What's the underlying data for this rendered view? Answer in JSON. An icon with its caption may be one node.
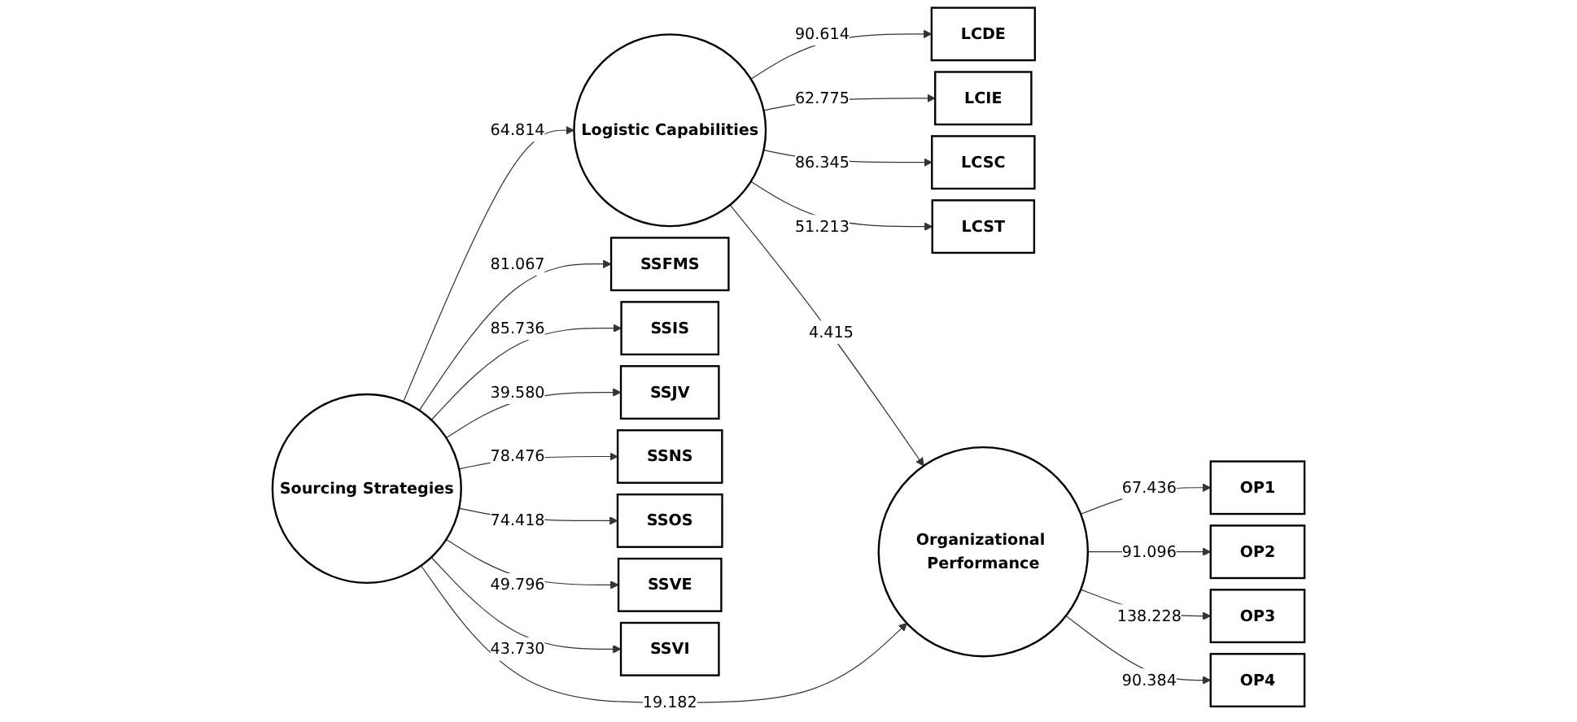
{
  "diagram": {
    "nodes": [
      {
        "text": [
          "LCDE"
        ]
      },
      {
        "text": [
          "LCIE"
        ]
      },
      {
        "text": [
          "LCSC"
        ]
      },
      {
        "text": [
          "LCST"
        ]
      },
      {
        "text": [
          "Logistic Capabilities"
        ]
      },
      {
        "text": [
          "SSFMS"
        ]
      },
      {
        "text": [
          "SSIS"
        ]
      },
      {
        "text": [
          "SSJV"
        ]
      },
      {
        "text": [
          "SSNS"
        ]
      },
      {
        "text": [
          "SSOS"
        ]
      },
      {
        "text": [
          "SSVE"
        ]
      },
      {
        "text": [
          "SSVI"
        ]
      },
      {
        "text": [
          "Sourcing Strategies"
        ]
      },
      {
        "text": [
          "Organizational Performance"
        ]
      },
      {
        "text": [
          "OP1"
        ]
      },
      {
        "text": [
          "OP2"
        ]
      },
      {
        "text": [
          "OP3"
        ]
      },
      {
        "text": [
          "OP4"
        ]
      }
    ],
    "edges": [
      {
        "from": 4,
        "to": 0,
        "arrow": "to",
        "label": "90.614"
      },
      {
        "from": 4,
        "to": 1,
        "arrow": "to",
        "label": "62.775"
      },
      {
        "from": 4,
        "to": 2,
        "arrow": "to",
        "label": "86.345"
      },
      {
        "from": 4,
        "to": 3,
        "arrow": "to",
        "label": "51.213"
      },
      {
        "from": 12,
        "to": 5,
        "arrow": "to",
        "label": "81.067"
      },
      {
        "from": 12,
        "to": 6,
        "arrow": "to",
        "label": "85.736"
      },
      {
        "from": 12,
        "to": 7,
        "arrow": "to",
        "label": "39.580"
      },
      {
        "from": 12,
        "to": 8,
        "arrow": "to",
        "label": "78.476"
      },
      {
        "from": 12,
        "to": 9,
        "arrow": "to",
        "label": "74.418"
      },
      {
        "from": 12,
        "to": 10,
        "arrow": "to",
        "label": "49.796"
      },
      {
        "from": 12,
        "to": 11,
        "arrow": "to",
        "label": "43.730"
      },
      {
        "from": 12,
        "to": 4,
        "arrow": "to",
        "label": "64.814"
      },
      {
        "from": 4,
        "to": 13,
        "arrow": "to",
        "label": "4.415"
      },
      {
        "from": 12,
        "to": 13,
        "arrow": "to",
        "label": "19.182"
      },
      {
        "from": 13,
        "to": 14,
        "arrow": "to",
        "label": "67.436"
      },
      {
        "from": 13,
        "to": 15,
        "arrow": "to",
        "label": "91.096"
      },
      {
        "from": 13,
        "to": 16,
        "arrow": "to",
        "label": "138.228"
      },
      {
        "from": 13,
        "to": 17,
        "arrow": "to",
        "label": "90.384"
      }
    ]
  }
}
